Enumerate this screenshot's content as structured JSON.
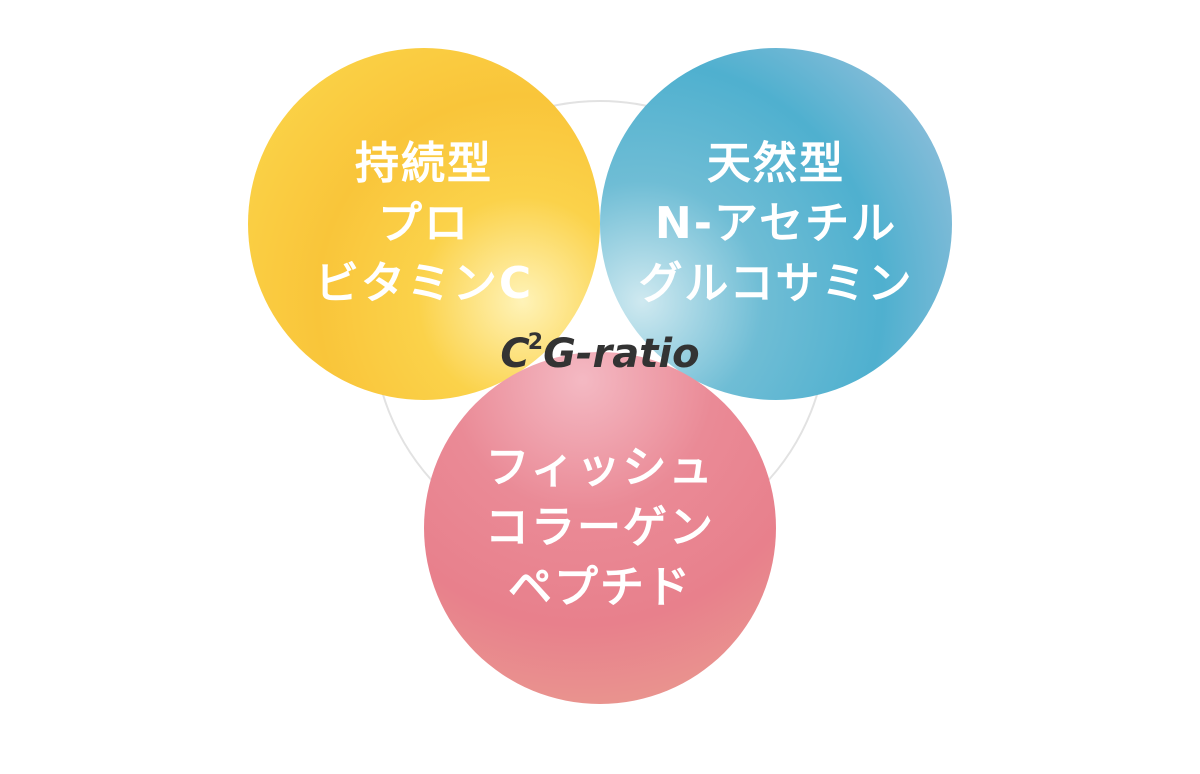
{
  "circles": [
    {
      "lines": [
        "持続型",
        "プロ",
        "ビタミンC"
      ],
      "color": "#f9c53a"
    },
    {
      "lines": [
        "天然型",
        "N-アセチル",
        "グルコサミン"
      ],
      "color": "#4fb0cf"
    },
    {
      "lines": [
        "フィッシュ",
        "コラーゲン",
        "ペプチド"
      ],
      "color": "#e8808c"
    }
  ],
  "center_label": {
    "base": "C",
    "superscript": "2",
    "rest": "G-ratio"
  }
}
